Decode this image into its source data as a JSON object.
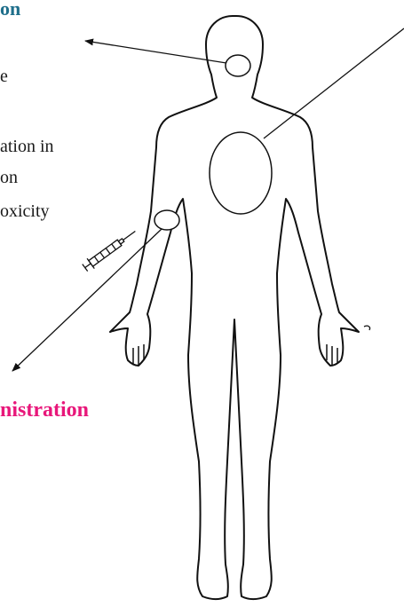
{
  "labels": {
    "top_heading": "on",
    "fragment_1": "e",
    "fragment_2": "ation in",
    "fragment_3": "on",
    "fragment_4": "oxicity",
    "bottom_heading": "nistration"
  },
  "colors": {
    "top_heading": "#1f6f8b",
    "bottom_heading": "#e8177a",
    "outline": "#111111"
  }
}
